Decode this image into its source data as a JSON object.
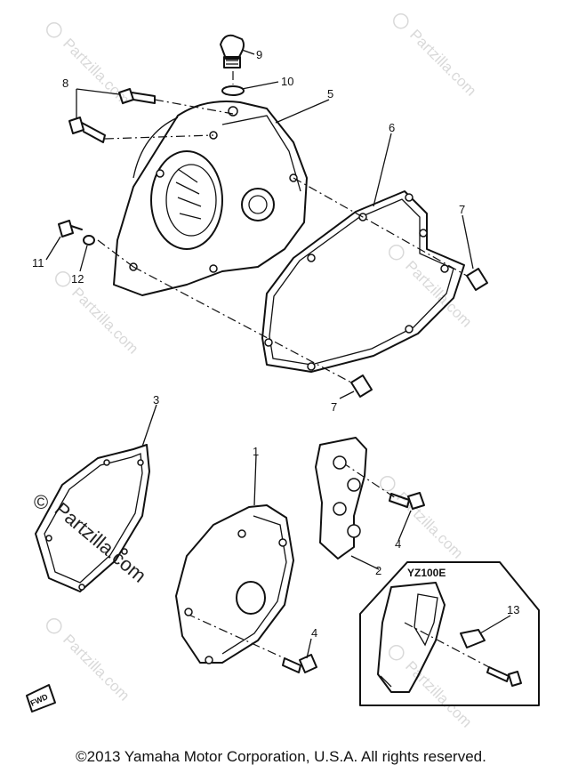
{
  "watermark": {
    "brand": "Partzilla.com",
    "symbol": "©"
  },
  "callouts": {
    "c1": "1",
    "c2": "2",
    "c3": "3",
    "c4a": "4",
    "c4b": "4",
    "c5": "5",
    "c6": "6",
    "c7a": "7",
    "c7b": "7",
    "c8": "8",
    "c9": "9",
    "c10": "10",
    "c11": "11",
    "c12": "12",
    "c13": "13"
  },
  "inset_label": "YZ100E",
  "fwd_label": "FWD",
  "footer": {
    "copyright": "©2013  Yamaha Motor Corporation, U.S.A. All rights reserved."
  }
}
